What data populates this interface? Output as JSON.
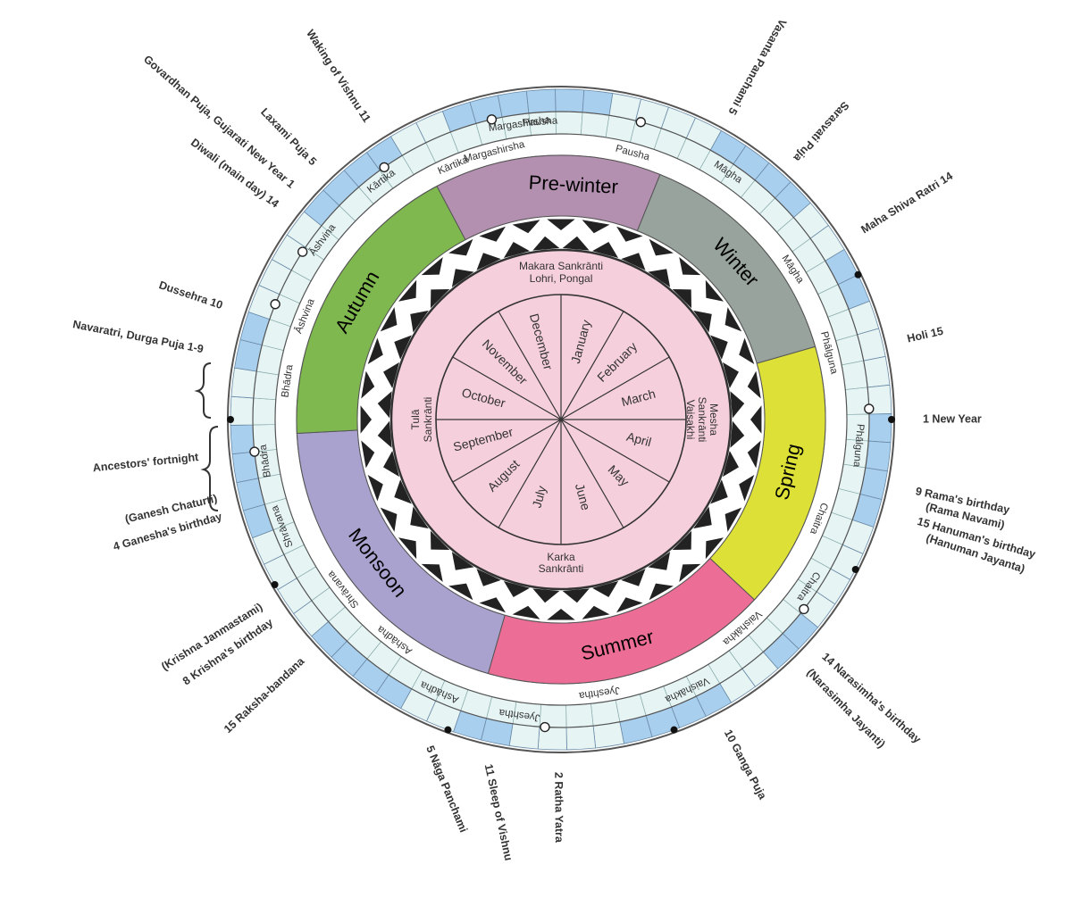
{
  "colors": {
    "pre_winter": "#b38fb0",
    "winter": "#97a39c",
    "spring": "#dde137",
    "summer": "#ec6d96",
    "monsoon": "#a9a2cf",
    "autumn": "#7fb84e",
    "inner_disk": "#f6cfdc",
    "band_blue": "#a9cfee",
    "band_light": "#e6f4f4",
    "line": "#555555"
  },
  "seasons": [
    {
      "label": "Pre-winter",
      "color_key": "pre_winter"
    },
    {
      "label": "Winter",
      "color_key": "winter"
    },
    {
      "label": "Spring",
      "color_key": "spring"
    },
    {
      "label": "Summer",
      "color_key": "summer"
    },
    {
      "label": "Monsoon",
      "color_key": "monsoon"
    },
    {
      "label": "Autumn",
      "color_key": "autumn"
    }
  ],
  "months": [
    "January",
    "February",
    "March",
    "April",
    "May",
    "June",
    "July",
    "August",
    "September",
    "October",
    "November",
    "December"
  ],
  "sankrantis": {
    "top_line1": "Makara Sankrānti",
    "top_line2": "Lohri, Pongal",
    "right_line1": "Mesha",
    "right_line2": "Sankrānti",
    "right_line3": "Vaisakhi",
    "bottom_line1": "Karka",
    "bottom_line2": "Sankrānti",
    "left_line1": "Tulā",
    "left_line2": "Sankrānti"
  },
  "lunar_months": [
    {
      "label": "Pausha"
    },
    {
      "label": "Pausha"
    },
    {
      "label": "Māgha"
    },
    {
      "label": "Māgha"
    },
    {
      "label": "Phālguna"
    },
    {
      "label": "Phālguna"
    },
    {
      "label": "Chaitra"
    },
    {
      "label": "Chaitra"
    },
    {
      "label": "Vaishākha"
    },
    {
      "label": "Vaishākha"
    },
    {
      "label": "Jyeshtha"
    },
    {
      "label": "Jyeshtha"
    },
    {
      "label": "Ashādha"
    },
    {
      "label": "Ashādha"
    },
    {
      "label": "Shrāvana"
    },
    {
      "label": "Shrāvana"
    },
    {
      "label": "Bhādra"
    },
    {
      "label": "Bhādra"
    },
    {
      "label": "Āshvina"
    },
    {
      "label": "Āshvina"
    },
    {
      "label": "Kārtika"
    },
    {
      "label": "Kārtika"
    },
    {
      "label": "Margashirsha"
    },
    {
      "label": "Margashirsha"
    }
  ],
  "festivals": {
    "vasanta_line1": "Vasanta Panchami  5",
    "vasanta_line2": "Sarasvati Puja",
    "shiva": "Maha Shiva Ratri  14",
    "holi": "Holi 15",
    "new_year": "1  New Year",
    "rama_line1": "9  Rama's birthday",
    "rama_line2": "(Rama Navami)",
    "hanuman_line1": "15  Hanuman's birthday",
    "hanuman_line2": "(Hanuman Jayanta)",
    "narasimha_line1": "14  Narasimha's birthday",
    "narasimha_line2": "(Narasimha Jayanti)",
    "ganga": "10  Ganga Puja",
    "ratha": "2  Ratha Yatra",
    "sleep": "11  Sleep of Vishnu",
    "naga": "5  Nāga Panchami",
    "raksha": "15  Raksha-bandana",
    "krishna_line1": "8  Krishna's birthday",
    "krishna_line2": "(Krishna Janmastami)",
    "ganesha_line1": "4  Ganesha's birthday",
    "ganesha_line2": "(Ganesh Chaturti)",
    "ancestors": "Ancestors' fortnight",
    "navaratri": "Navaratri, Durga Puja 1-9",
    "dussehra": "Dussehra  10",
    "diwali_line1": "Diwali (main day)  14",
    "govardhan": "Govardhan Puja, Gujarati New Year  1",
    "laxami": "Laxami Puja  5",
    "waking": "Waking of Vishnu  11"
  }
}
